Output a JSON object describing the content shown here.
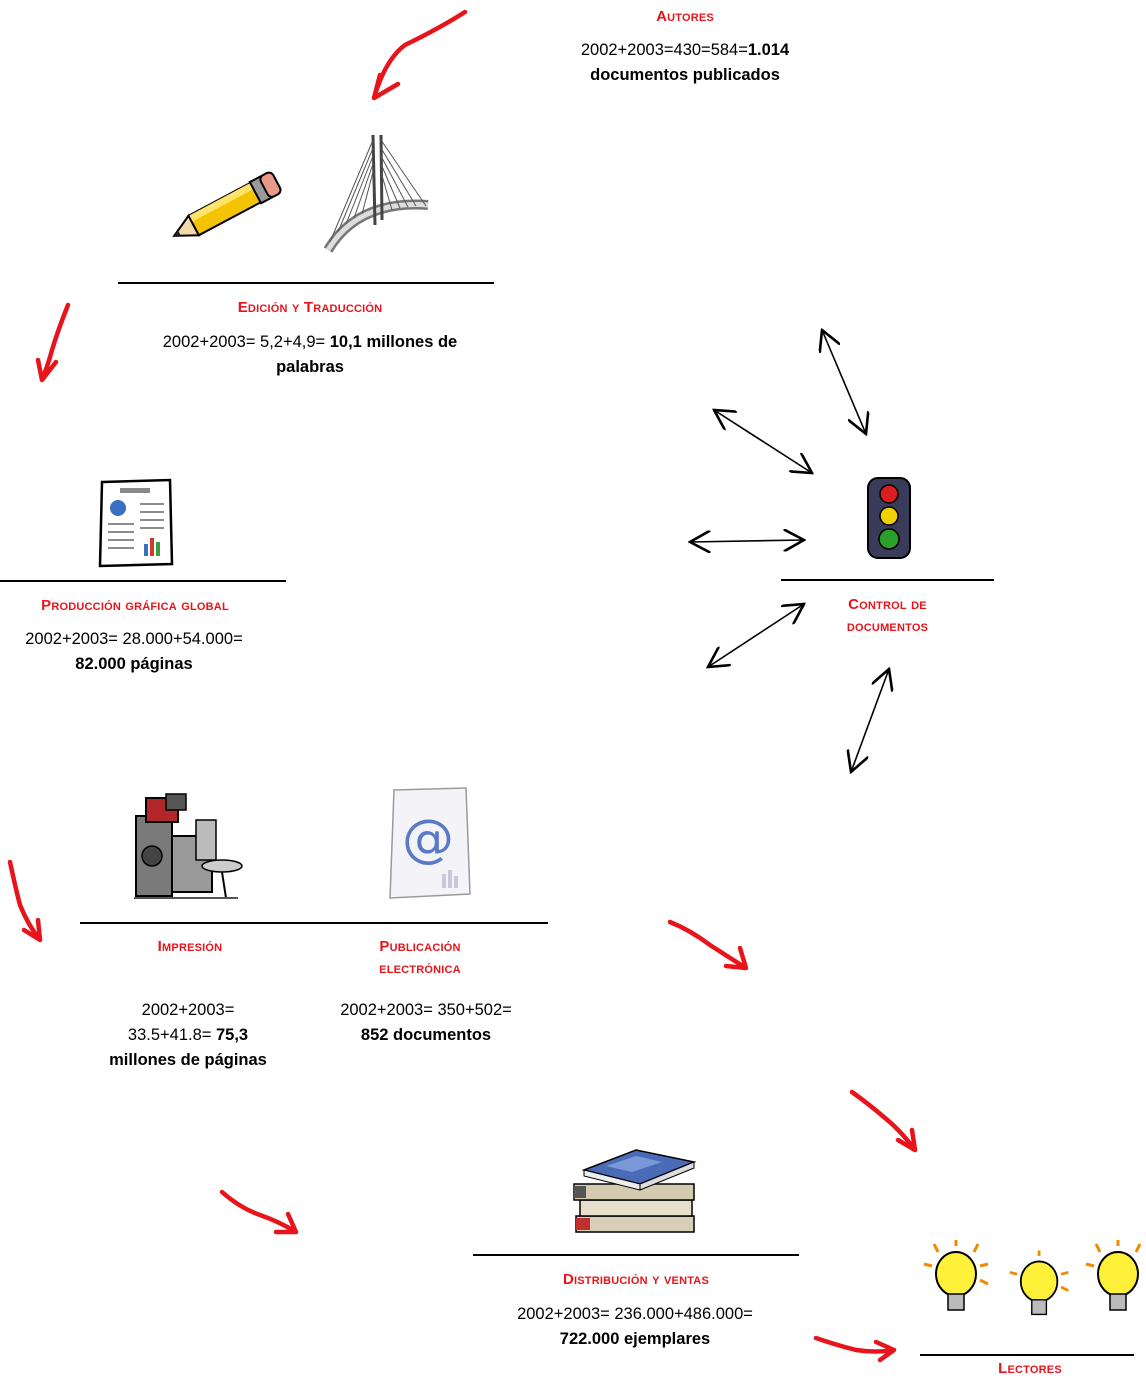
{
  "autores": {
    "title": "Autores",
    "line1_pre": "2002+2003=430=584=",
    "line1_bold": "1.014",
    "line2": "documentos publicados"
  },
  "edicion": {
    "title": "Edición y Traducción",
    "line1_pre": "2002+2003= 5,2+4,9= ",
    "line1_bold": "10,1  millones de",
    "line2": "palabras"
  },
  "produccion": {
    "title": "Producción gráfica global",
    "line1": "2002+2003= 28.000+54.000=",
    "line2": "82.000 páginas"
  },
  "control": {
    "title_line1": "Control de",
    "title_line2": "documentos"
  },
  "impresion": {
    "title": "Impresión",
    "line1": "2002+2003=",
    "line2_pre": "33.5+41.8= ",
    "line2_bold": "75,3",
    "line3": "millones de páginas"
  },
  "publicacion": {
    "title_line1": "Publicación",
    "title_line2": "electrónica",
    "line1": "2002+2003= 350+502=",
    "line2": "852 documentos"
  },
  "distribucion": {
    "title": "Distribución y ventas",
    "line1": "2002+2003= 236.000+486.000=",
    "line2": "722.000 ejemplares"
  },
  "lectores": {
    "title": "Lectores"
  },
  "colors": {
    "accent_red": "#e8141c",
    "pencil_yellow": "#f4c400",
    "light_red": "#d81e1e",
    "light_yellow": "#f0d000",
    "light_green": "#2aa02a"
  },
  "icons": [
    "pencil-icon",
    "bridge-icon",
    "document-chart-icon",
    "traffic-light-icon",
    "printing-press-icon",
    "email-document-icon",
    "book-stack-icon",
    "light-bulb-icon"
  ]
}
